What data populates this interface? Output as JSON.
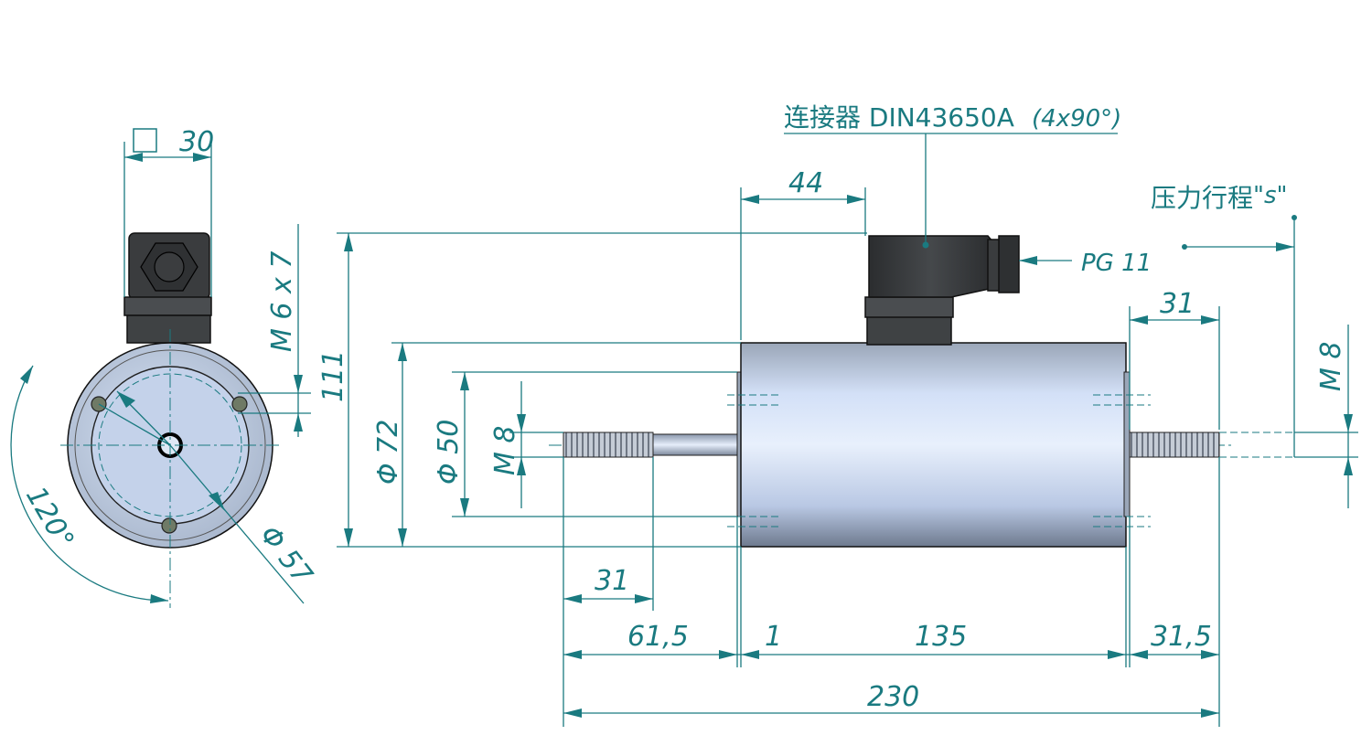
{
  "labels": {
    "connector": "连接器 DIN43650A",
    "connector_angle": "(4x90°)",
    "stroke": "压力行程",
    "stroke_s": "\"s\"",
    "pg": "PG 11"
  },
  "dimensions": {
    "square": "30",
    "d44": "44",
    "m6x7": "M 6 x 7",
    "h111": "111",
    "angle120": "120°",
    "phi57": "Φ 57",
    "phi72": "Φ 72",
    "phi50": "Φ 50",
    "m8_left": "M 8",
    "m8_right": "M 8",
    "d31_right": "31",
    "d31_left": "31",
    "d61_5": "61,5",
    "d1": "1",
    "d135": "135",
    "d31_5": "31,5",
    "d230": "230"
  },
  "colors": {
    "dimension_line": "#1a7a80",
    "connector_body": "#3a3c3e",
    "cylinder_body": "#cfdcf3"
  }
}
